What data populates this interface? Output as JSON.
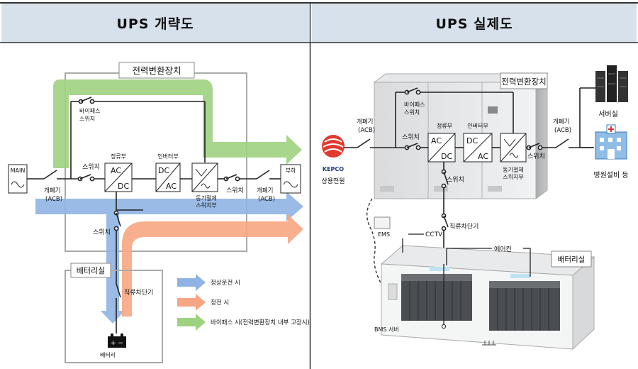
{
  "headers": {
    "left": "UPS 개략도",
    "right": "UPS 실제도"
  },
  "left": {
    "power_conversion_device": "전력변환장치",
    "bypass_switch": [
      "바이패스",
      "스위치"
    ],
    "rectifier_title": "정류부",
    "inverter_title": "인버터부",
    "sync_switch": [
      "동기절체",
      "스위치부"
    ],
    "switch": "스위치",
    "main": "MAIN",
    "breaker": [
      "개폐기",
      "(ACB)"
    ],
    "load": "부하",
    "battery_room": "배터리실",
    "dc_breaker": "직류차단기",
    "battery": "배터리",
    "ac": "AC",
    "dc": "DC",
    "legend": [
      {
        "label": "정상운전 시",
        "color": "#8fb4e3"
      },
      {
        "label": "정전 시",
        "color": "#f6a682"
      },
      {
        "label": "바이패스 시(전력변환장치 내부 고장시)",
        "color": "#9fd27f"
      }
    ]
  },
  "right": {
    "power_conversion_device": "전력변환장치",
    "bypass_switch": [
      "바이패스",
      "스위치"
    ],
    "rectifier": "정류부",
    "inverter": "인버터부",
    "sync_switch": [
      "동기절체",
      "스위치부"
    ],
    "switch": "스위치",
    "breaker": [
      "개폐기",
      "(ACB)"
    ],
    "kepco": "KEPCO",
    "commercial_power": "상용전원",
    "server_room": "서버실",
    "hospital_equipment": "병원설비 등",
    "dc_breaker": "직류차단기",
    "battery_room": "배터리실",
    "aircon": "에어컨",
    "cctv": "CCTV",
    "ems": "EMS",
    "bms_server": "BMS 서버",
    "ac": "AC",
    "dc": "DC"
  }
}
